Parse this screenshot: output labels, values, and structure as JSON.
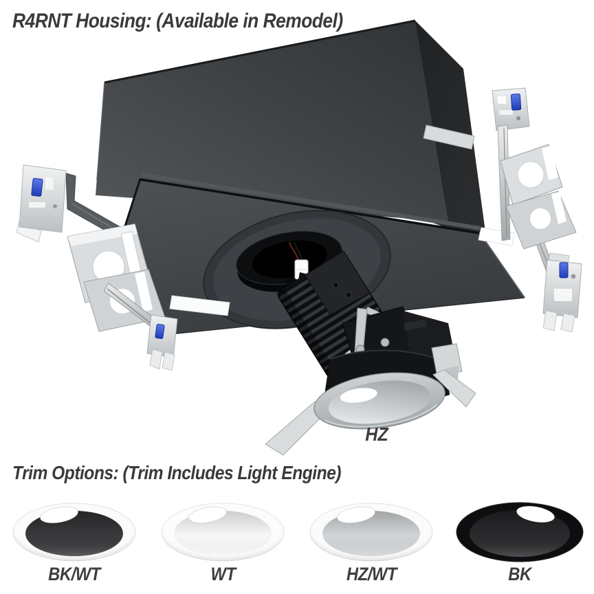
{
  "header": {
    "title": "R4RNT Housing: (Available in Remodel)",
    "text_hex": "#3a3a3c"
  },
  "figure": {
    "description": "R4RNT recessed remodel housing with hanger bars, LED light engine and round haze trim",
    "trim_label": "HZ",
    "hardware": {
      "housing_hex": "#3e4144",
      "steel_hex": "#dcdfe0",
      "blue_clip_hex": "#2d53cf"
    }
  },
  "trims": {
    "title": "Trim Options: (Trim Includes Light Engine)",
    "aperture_hex": "#ffffff",
    "options": [
      {
        "label": "BK/WT",
        "ring_hex": "#fbfbfb",
        "ring_edge_hex": "#e1e2e3",
        "cone_hex": "#3a3a3d"
      },
      {
        "label": "WT",
        "ring_hex": "#fcfcfc",
        "ring_edge_hex": "#e4e5e6",
        "cone_hex": "#f7f7f7"
      },
      {
        "label": "HZ/WT",
        "ring_hex": "#fbfbfc",
        "ring_edge_hex": "#e1e2e3",
        "cone_hex": "#d2d5d7"
      },
      {
        "label": "BK",
        "ring_hex": "#0e0e10",
        "ring_edge_hex": "#29292b",
        "cone_hex": "#2b2b2e"
      }
    ]
  }
}
